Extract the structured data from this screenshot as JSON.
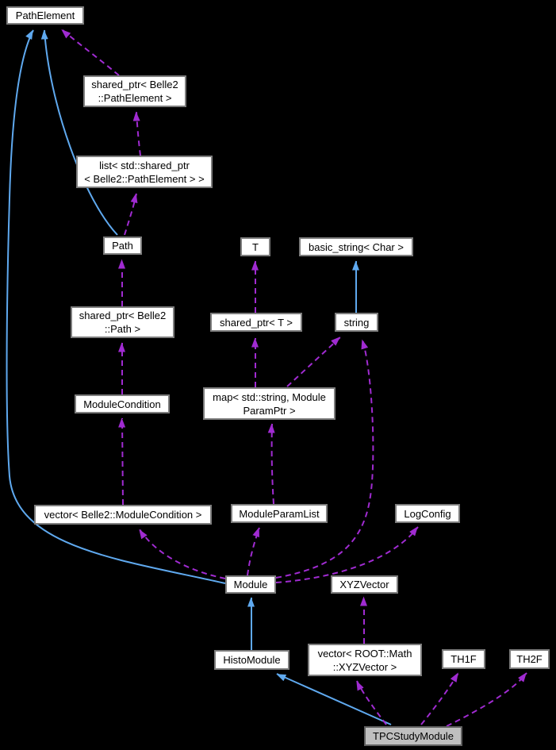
{
  "diagram": {
    "type": "doxygen-collaboration-graph",
    "highlighted_node": "TPCStudyModule",
    "colors": {
      "background": "#000000",
      "node_fill": "#ffffff",
      "node_border": "#7d7d7d",
      "node_text": "#000000",
      "highlight_fill": "#bfbfbf",
      "highlight_border": "#606060",
      "inheritance_edge": "#5fa9ef",
      "usage_edge": "#a02bd1"
    },
    "nodes": {
      "pathelement": {
        "label": "PathElement"
      },
      "shared_ptr_pathelement": {
        "label": "shared_ptr< Belle2\n::PathElement >"
      },
      "list_shared_ptr": {
        "label": "list< std::shared_ptr\n< Belle2::PathElement > >"
      },
      "path": {
        "label": "Path"
      },
      "t": {
        "label": "T"
      },
      "basic_string": {
        "label": "basic_string< Char >"
      },
      "shared_ptr_path": {
        "label": "shared_ptr< Belle2\n::Path >"
      },
      "shared_ptr_t": {
        "label": "shared_ptr< T >"
      },
      "string": {
        "label": "string"
      },
      "modulecondition": {
        "label": "ModuleCondition"
      },
      "map_moduleparamptr": {
        "label": "map< std::string, Module\nParamPtr >"
      },
      "vector_modulecondition": {
        "label": "vector< Belle2::ModuleCondition >"
      },
      "moduleparamlist": {
        "label": "ModuleParamList"
      },
      "logconfig": {
        "label": "LogConfig"
      },
      "module": {
        "label": "Module"
      },
      "xyzvector": {
        "label": "XYZVector"
      },
      "histomodule": {
        "label": "HistoModule"
      },
      "vector_xyzvector": {
        "label": "vector< ROOT::Math\n::XYZVector >"
      },
      "th1f": {
        "label": "TH1F"
      },
      "th2f": {
        "label": "TH2F"
      },
      "tpcstudymodule": {
        "label": "TPCStudyModule"
      }
    },
    "edges": [
      {
        "from": "Path",
        "to": "PathElement",
        "relation": "public-inheritance"
      },
      {
        "from": "Module",
        "to": "PathElement",
        "relation": "public-inheritance"
      },
      {
        "from": "string",
        "to": "basic_string< Char >",
        "relation": "public-inheritance"
      },
      {
        "from": "HistoModule",
        "to": "Module",
        "relation": "public-inheritance"
      },
      {
        "from": "TPCStudyModule",
        "to": "HistoModule",
        "relation": "public-inheritance"
      },
      {
        "from": "shared_ptr< Belle2::PathElement >",
        "to": "PathElement",
        "relation": "usage"
      },
      {
        "from": "list< std::shared_ptr< Belle2::PathElement > >",
        "to": "shared_ptr< Belle2::PathElement >",
        "relation": "usage"
      },
      {
        "from": "Path",
        "to": "list< std::shared_ptr< Belle2::PathElement > >",
        "relation": "usage"
      },
      {
        "from": "shared_ptr< Belle2::Path >",
        "to": "Path",
        "relation": "usage"
      },
      {
        "from": "ModuleCondition",
        "to": "shared_ptr< Belle2::Path >",
        "relation": "usage"
      },
      {
        "from": "vector< Belle2::ModuleCondition >",
        "to": "ModuleCondition",
        "relation": "usage"
      },
      {
        "from": "Module",
        "to": "vector< Belle2::ModuleCondition >",
        "relation": "usage"
      },
      {
        "from": "shared_ptr< T >",
        "to": "T",
        "relation": "usage"
      },
      {
        "from": "map< std::string, ModuleParamPtr >",
        "to": "shared_ptr< T >",
        "relation": "usage"
      },
      {
        "from": "map< std::string, ModuleParamPtr >",
        "to": "string",
        "relation": "usage"
      },
      {
        "from": "ModuleParamList",
        "to": "map< std::string, ModuleParamPtr >",
        "relation": "usage"
      },
      {
        "from": "Module",
        "to": "ModuleParamList",
        "relation": "usage"
      },
      {
        "from": "Module",
        "to": "LogConfig",
        "relation": "usage"
      },
      {
        "from": "Module",
        "to": "string",
        "relation": "usage"
      },
      {
        "from": "vector< ROOT::Math::XYZVector >",
        "to": "XYZVector",
        "relation": "usage"
      },
      {
        "from": "TPCStudyModule",
        "to": "vector< ROOT::Math::XYZVector >",
        "relation": "usage"
      },
      {
        "from": "TPCStudyModule",
        "to": "TH1F",
        "relation": "usage"
      },
      {
        "from": "TPCStudyModule",
        "to": "TH2F",
        "relation": "usage"
      }
    ]
  }
}
